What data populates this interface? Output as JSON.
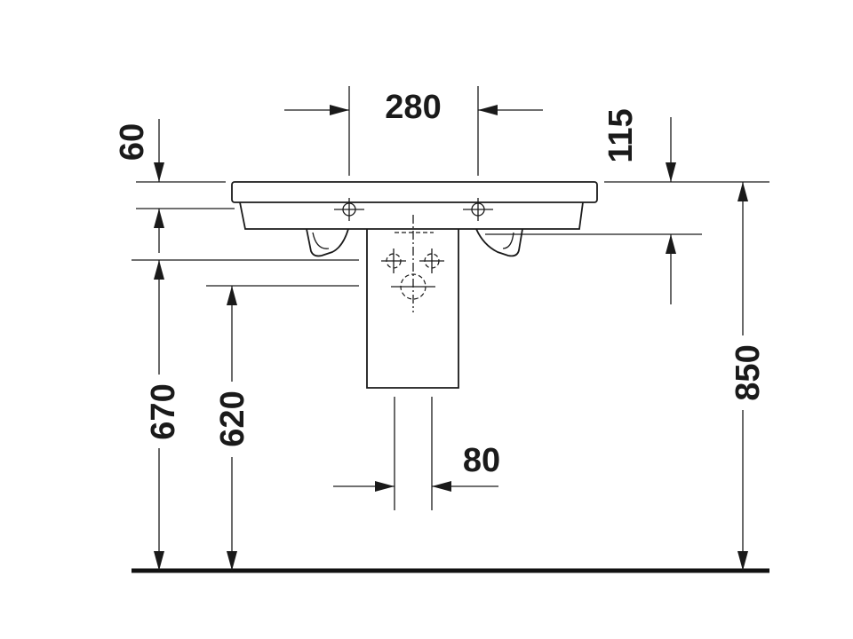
{
  "diagram": {
    "labels": {
      "width_280": "280",
      "top_60": "60",
      "drain_115": "115",
      "height_670": "670",
      "height_620": "620",
      "height_850": "850",
      "width_80": "80"
    },
    "colors": {
      "line": "#1a1a1a",
      "floor": "#111111",
      "background": "#ffffff"
    }
  }
}
